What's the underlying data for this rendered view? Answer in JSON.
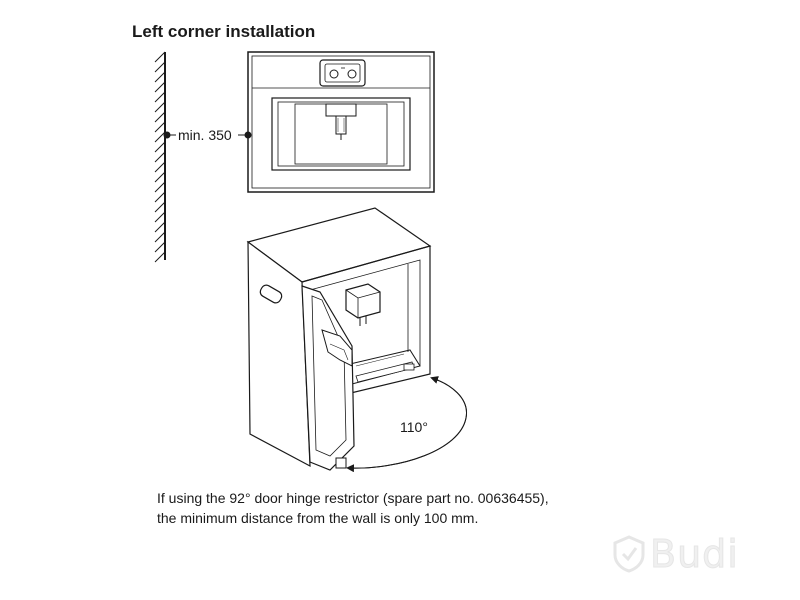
{
  "heading": "Left corner installation",
  "dimension_label": "min. 350",
  "angle_label": "110°",
  "caption": {
    "line1": "If using the 92° door hinge restrictor (spare part no. 00636455),",
    "line2": "the minimum distance from the wall is only 100 mm."
  },
  "watermark": "Budi",
  "colors": {
    "line": "#1a1a1a",
    "appliance_fill": "#ffffff",
    "watermark": "#eeeeee"
  }
}
